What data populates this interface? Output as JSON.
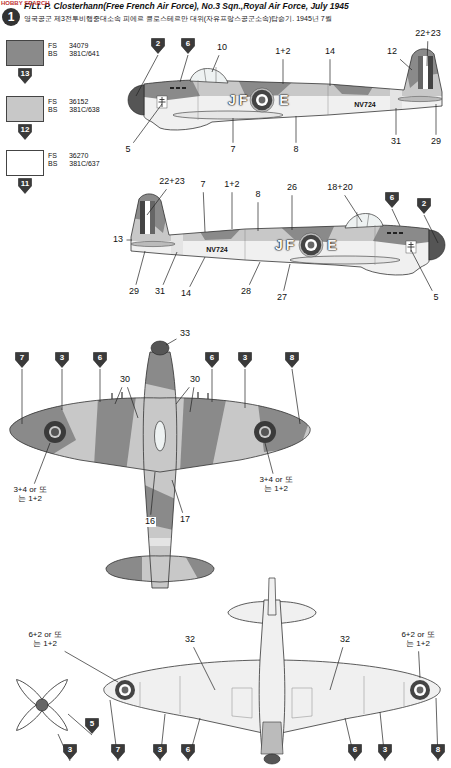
{
  "diagram": {
    "title": "F/Lt. P. Closterhann(Free French Air Force), No.3 Sqn.,Royal Air Force, July 1945",
    "labels": [
      "HOBBY SEARCH",
      "1",
      "영국공군 제3전투비행중대소속 피에르 클로스테르만 대위(자유프랑스공군소속)탑승기. 1945년 7월",
      "13",
      "12",
      "11",
      "2",
      "6",
      "10",
      "1+2",
      "14",
      "12",
      "22+23",
      "5",
      "7",
      "8",
      "31",
      "29",
      "J",
      "F",
      "E",
      "NV724",
      "22+23",
      "7",
      "1+2",
      "8",
      "26",
      "18+20",
      "6",
      "2",
      "13",
      "29",
      "31",
      "14",
      "28",
      "27",
      "5",
      "NV724",
      "J",
      "F",
      "E",
      "7",
      "3",
      "6",
      "33",
      "6",
      "3",
      "8",
      "30",
      "30",
      "3+4 or 또는 1+2",
      "3+4 or 또는 1+2",
      "16",
      "17",
      "32",
      "32",
      "6+2 or 또는 1+2",
      "6+2 or 또는 1+2",
      "7",
      "3",
      "6",
      "6",
      "3",
      "8",
      "5",
      "3"
    ],
    "legend": [
      {
        "text": "FS 34079 BS 381C/641",
        "color": "#8a8a8a"
      },
      {
        "text": "FS 36152 BS 381C/638",
        "color": "#c8c8c8"
      },
      {
        "text": "FS 36270 BS 381C/637",
        "color": "#ffffff"
      }
    ]
  }
}
